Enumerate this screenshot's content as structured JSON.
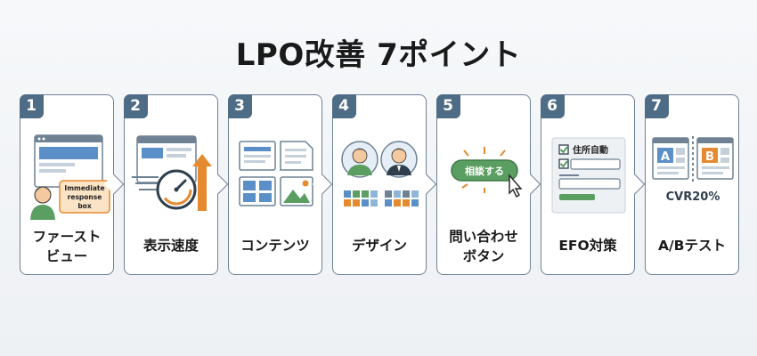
{
  "title": "LPO改善 7ポイント",
  "cards": [
    {
      "number": "1",
      "label": "ファースト\nビュー",
      "bubble_lines": [
        "Immediate",
        "response",
        "box"
      ]
    },
    {
      "number": "2",
      "label": "表示速度"
    },
    {
      "number": "3",
      "label": "コンテンツ"
    },
    {
      "number": "4",
      "label": "デザイン"
    },
    {
      "number": "5",
      "label": "問い合わせ\nボタン",
      "button_text": "相談する"
    },
    {
      "number": "6",
      "label": "EFO対策",
      "form_label": "住所自動"
    },
    {
      "number": "7",
      "label": "A/Bテスト",
      "variant_a": "A",
      "variant_b": "B",
      "metric": "CVR20%"
    }
  ],
  "colors": {
    "badge": "#4e6c85",
    "border": "#6e8294",
    "blue": "#5b8fc7",
    "orange": "#e58a2e",
    "green": "#5a9e62"
  }
}
